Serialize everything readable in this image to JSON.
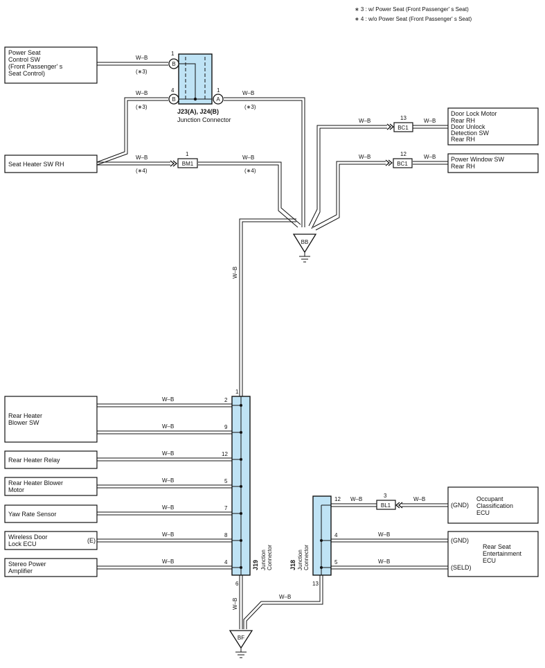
{
  "notes": [
    "∗ 3 : w/ Power Seat (Front Passenger' s Seat)",
    "∗ 4 : w/o Power Seat (Front Passenger' s Seat)"
  ],
  "wire_color": "W–B",
  "components": {
    "power_seat_sw": [
      "Power Seat",
      "Control SW",
      "(Front Passenger' s",
      " Seat Control)"
    ],
    "seat_heater_sw": [
      "Seat Heater SW RH"
    ],
    "door_lock_motor": [
      "Door Lock Motor",
      "Rear RH",
      "Door Unlock",
      "Detection SW",
      "Rear RH"
    ],
    "power_window_sw": [
      "Power Window SW",
      "Rear RH"
    ],
    "rear_heater_blower_sw": [
      "Rear Heater",
      "Blower SW"
    ],
    "rear_heater_relay": [
      "Rear Heater Relay"
    ],
    "rear_heater_blower_motor": [
      "Rear Heater Blower",
      "Motor"
    ],
    "yaw_rate_sensor": [
      "Yaw Rate Sensor"
    ],
    "wireless_door_lock_ecu": [
      "Wireless Door",
      "Lock ECU"
    ],
    "stereo_power_amplifier": [
      "Stereo Power",
      "Amplifier"
    ],
    "occupant_classification_ecu": [
      "Occupant",
      "Classification",
      "ECU"
    ],
    "rear_seat_entertainment_ecu": [
      "Rear Seat",
      "Entertainment",
      "ECU"
    ]
  },
  "junctions": {
    "j23_label": "J23(A), J24(B)",
    "j23_sub": "Junction Connector",
    "j19_id": "J19",
    "j19_sub": [
      "Junction",
      "Connector"
    ],
    "j18_id": "J18",
    "j18_sub": [
      "Junction",
      "Connector"
    ]
  },
  "connectors": {
    "bm1": "BM1",
    "bc1_a": "BC1",
    "bc1_b": "BC1",
    "bl1": "BL1"
  },
  "grounds": {
    "bb": "BB",
    "bf": "BF"
  },
  "terminal_letters": {
    "b": "B",
    "a": "A"
  },
  "pins": {
    "j23_1": "1",
    "j23_4": "4",
    "j23_a1": "1",
    "bm1": "1",
    "bc1_13": "13",
    "bc1_12": "12",
    "bl1": "3",
    "j19_top": "1",
    "j19_2": "2",
    "j19_9": "9",
    "j19_12": "12",
    "j19_5": "5",
    "j19_7": "7",
    "j19_8": "8",
    "j19_4": "4",
    "j19_6": "6",
    "j18_12": "12",
    "j18_4": "4",
    "j18_5": "5",
    "j18_13": "13"
  },
  "conditions": {
    "c3": "(∗3)",
    "c4": "(∗4)"
  },
  "terminal_tags": {
    "e": "(E)",
    "gnd": "(GND)",
    "seld": "(SELD)"
  }
}
